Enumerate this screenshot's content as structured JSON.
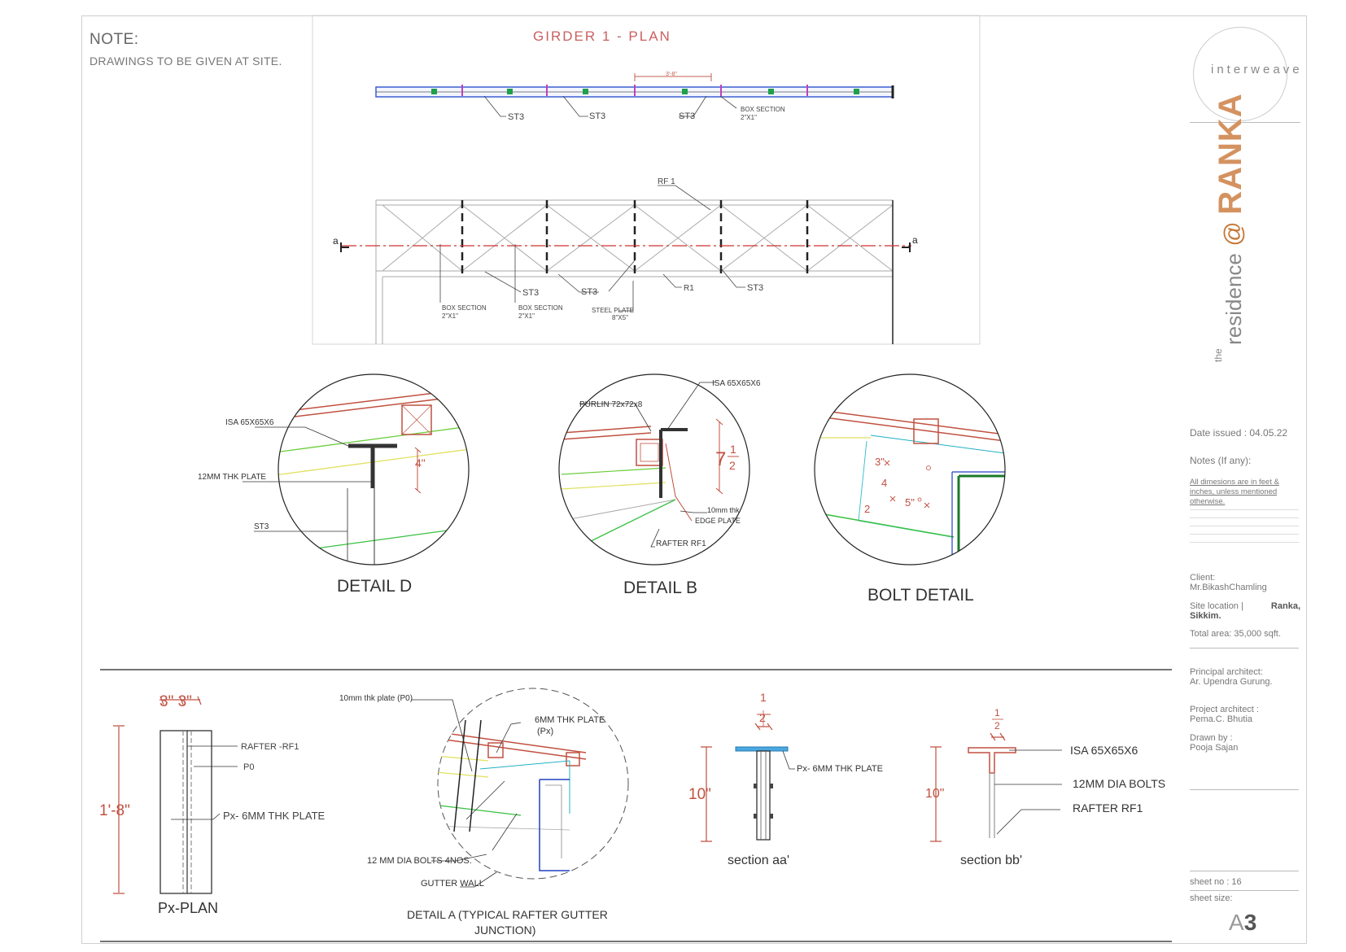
{
  "note": {
    "title": "NOTE:",
    "text": "DRAWINGS TO BE GIVEN AT SITE."
  },
  "plan": {
    "title": "GIRDER 1 - PLAN",
    "dim_top": "3'-8\"",
    "st3": "ST3",
    "box_section": "BOX SECTION",
    "box_section_size": "2\"X1\"",
    "rf1": "RF 1",
    "r1": "R1",
    "steel_plate": "STEEL PLATE",
    "steel_plate_size": "8\"X5\"",
    "sec_a": "a"
  },
  "details": {
    "detail_d": {
      "title": "DETAIL D",
      "isa": "ISA 65X65X6",
      "plate": "12MM THK PLATE",
      "st3": "ST3",
      "dim": "4\""
    },
    "detail_b": {
      "title": "DETAIL B",
      "isa": "ISA 65X65X6",
      "purlin": "PURLIN 72x72x8",
      "edge1": "10mm thk",
      "edge2": "EDGE PLATE",
      "rafter": "RAFTER RF1",
      "dim_whole": "7",
      "dim_num": "1",
      "dim_den": "2"
    },
    "bolt_detail": {
      "title": "BOLT DETAIL",
      "d1": "3\"",
      "d2": "4",
      "d3": "2",
      "d4": "5\""
    }
  },
  "bottom": {
    "px_plan": {
      "title": "Px-PLAN",
      "dim_top": "3\" 3\"",
      "dim_side": "1'-8\"",
      "rafter": "RAFTER -RF1",
      "p0": "P0",
      "px": "Px- 6MM THK PLATE"
    },
    "detail_a": {
      "title1": "DETAIL A (TYPICAL RAFTER GUTTER",
      "title2": "JUNCTION)",
      "plate_p0": "10mm thk plate (P0)",
      "plate_px1": "6MM THK PLATE",
      "plate_px2": "(Px)",
      "bolts": "12 MM DIA BOLTS 4NOS.",
      "gutter": "GUTTER WALL"
    },
    "section_aa": {
      "title": "section aa'",
      "dim": "10\"",
      "frac_num": "1",
      "frac_den": "2",
      "px": "Px- 6MM THK PLATE"
    },
    "section_bb": {
      "title": "section bb'",
      "dim": "10\"",
      "frac_num": "1",
      "frac_den": "2",
      "isa": "ISA 65X65X6",
      "bolts": "12MM DIA BOLTS",
      "rafter": "RAFTER RF1"
    }
  },
  "title_block": {
    "brand": "interweave",
    "the": "the",
    "residence": "residence",
    "at": "@",
    "ranka": "RANKA",
    "date_issued": "Date issued : 04.05.22",
    "notes_label": "Notes (If any):",
    "notes_text1": "All dimesions are in feet &",
    "notes_text2": "inches, unless mentioned",
    "notes_text3": "otherwise.",
    "client_label": "Client:",
    "client_name": "Mr.BikashChamling",
    "site_label": "Site location |",
    "site_value1": "Ranka,",
    "site_value2": "Sikkim.",
    "area": "Total area: 35,000 sqft.",
    "principal_label": "Principal architect:",
    "principal_name": "Ar. Upendra Gurung.",
    "project_label": "Project architect :",
    "project_name": "Pema.C. Bhutia",
    "drawn_label": "Drawn by :",
    "drawn_name": "Pooja Sajan",
    "sheet_no": "sheet no  : 16",
    "sheet_size_label": "sheet size:",
    "sheet_size_a": "A",
    "sheet_size_n": "3"
  }
}
